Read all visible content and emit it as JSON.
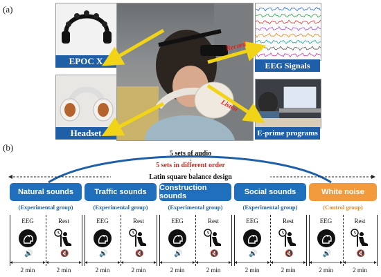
{
  "panel_a_label": "(a)",
  "panel_b_label": "(b)",
  "captions": {
    "epoc": "EPOC X",
    "headset": "Headset",
    "eeg": "EEG Signals",
    "eprime": "E-prime programs"
  },
  "arrow_labels": {
    "record": "Record",
    "listen": "Listen"
  },
  "design": {
    "title_sets": "5 sets of audio",
    "different_order": "5 sets in different order",
    "latin": "Latin square balance design"
  },
  "conditions": [
    {
      "label": "Natural sounds",
      "group": "(Experimental group)",
      "color": "#1f6fbd"
    },
    {
      "label": "Traffic sounds",
      "group": "(Experimental group)",
      "color": "#1f6fbd"
    },
    {
      "label": "Construction sounds",
      "group": "(Experimental group)",
      "color": "#1f6fbd"
    },
    {
      "label": "Social sounds",
      "group": "(Experimental group)",
      "color": "#1f6fbd"
    },
    {
      "label": "White noise",
      "group": "(Control group)",
      "color": "#f39a3d"
    }
  ],
  "phase_labels": {
    "eeg": "EEG",
    "rest": "Rest"
  },
  "duration": "2 min",
  "colors": {
    "blue_group": "#1f5fa8",
    "orange_group": "#e8872a",
    "accent_red": "#e0231c"
  }
}
